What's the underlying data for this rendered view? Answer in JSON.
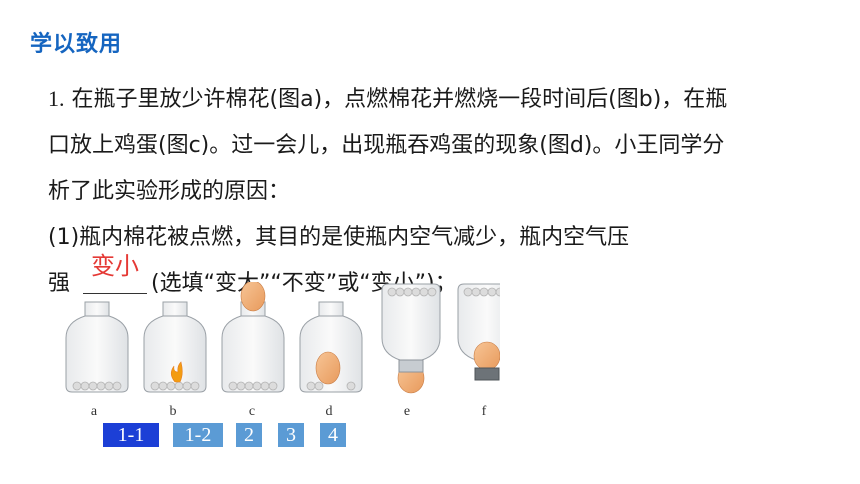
{
  "section_title": "学以致用",
  "question": {
    "number": "1.",
    "line1": "在瓶子里放少许棉花(图a)，点燃棉花并燃烧一段时间后(图b)，在瓶",
    "line2": "口放上鸡蛋(图c)。过一会儿，出现瓶吞鸡蛋的现象(图d)。小王同学分",
    "line3": "析了此实验形成的原因：",
    "line4": "(1)瓶内棉花被点燃，其目的是使瓶内空气减少，瓶内空气压",
    "line5_prefix": "强",
    "answer": "变小",
    "line5_suffix": "(选填“变大”“不变”或“变小”)；"
  },
  "figure_labels": [
    "a",
    "b",
    "c",
    "d",
    "e",
    "f"
  ],
  "nav_buttons": [
    {
      "label": "1-1",
      "active": true
    },
    {
      "label": "1-2",
      "active": false
    },
    {
      "label": "2",
      "active": false
    },
    {
      "label": "3",
      "active": false
    },
    {
      "label": "4",
      "active": false
    }
  ],
  "colors": {
    "title": "#1565c0",
    "answer": "#e53935",
    "button": "#5b9bd5",
    "button_active": "#1c3fd6",
    "egg": "#f2b27a"
  }
}
